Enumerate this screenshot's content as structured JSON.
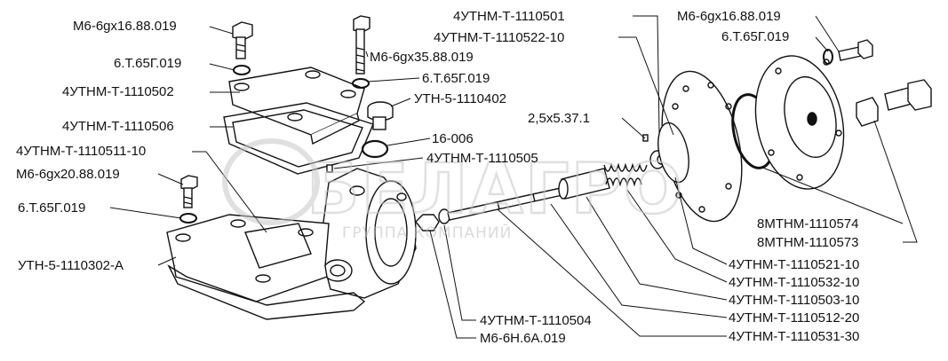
{
  "labels": {
    "m6_16_left": "М6-6gx16.88.019",
    "t65_left_1": "6.Т.65Г.019",
    "p1110502": "4УТНМ-Т-1110502",
    "p1110506": "4УТНМ-Т-1110506",
    "p1110511": "4УТНМ-Т-1110511-10",
    "m6_20": "М6-6gx20.88.019",
    "t65_left_2": "6.Т.65Г.019",
    "p1110302": "УТН-5-1110302-А",
    "m6_35": "М6-6gx35.88.019",
    "t65_mid": "6.Т.65Г.019",
    "p1110402": "УТН-5-1110402",
    "pin": "2,5х5.37.1",
    "p16006": "16-006",
    "p1110505": "4УТНМ-Т-1110505",
    "p1110501": "4УТНМ-Т-1110501",
    "p1110522": "4УТНМ-Т-1110522-10",
    "m6_16_right": "М6-6gx16.88.019",
    "t65_right": "6.Т.65Г.019",
    "p8_574": "8МТНМ-1110574",
    "p8_573": "8МТНМ-1110573",
    "p1110521": "4УТНМ-Т-1110521-10",
    "p1110532": "4УТНМ-Т-1110532-10",
    "p1110503": "4УТНМ-Т-1110503-10",
    "p1110512": "4УТНМ-Т-1110512-20",
    "p1110531": "4УТНМ-Т-1110531-30",
    "p1110504": "4УТНМ-Т-1110504",
    "m6_nut": "М6-6Н.6А.019"
  },
  "watermark": {
    "brand": "БЕЛАГРО",
    "tagline": "ГРУППА КОМПАНИЙ"
  },
  "colors": {
    "ink": "#111111",
    "watermark": "#c8c8c8"
  }
}
